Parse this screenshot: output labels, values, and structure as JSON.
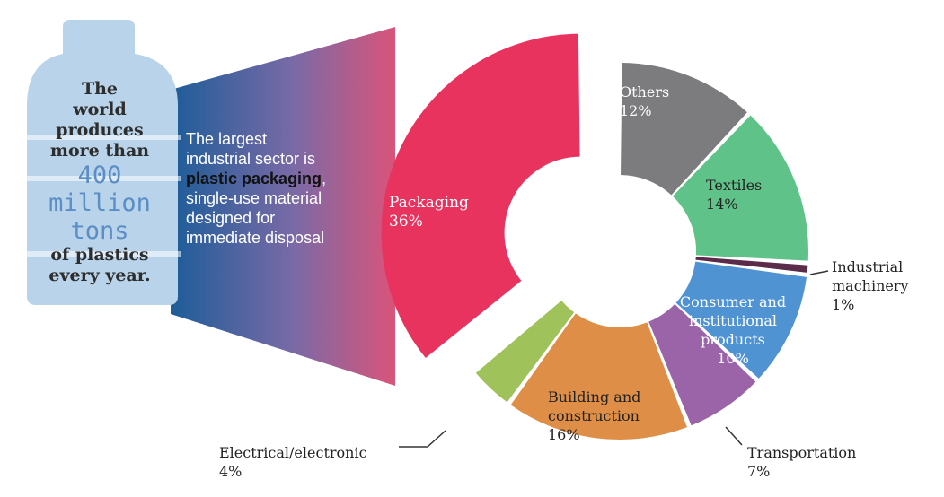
{
  "bottle": {
    "line1": "The",
    "line2": "world",
    "line3": "produces",
    "line4": "more than",
    "big1": "400",
    "big2": "million",
    "big3": "tons",
    "line5": "of plastics",
    "line6": "every year.",
    "bottle_color": "#b8d3ea",
    "big_color": "#5b8ec5"
  },
  "callout": {
    "line1": "The largest",
    "line2": "industrial sector is",
    "bold": "plastic packaging",
    "comma": ",",
    "line3": "single-use material",
    "line4": "designed for",
    "line5": "immediate disposal"
  },
  "chart_data": {
    "type": "pie",
    "style": "donut with exploded Packaging slice",
    "slices": [
      {
        "name": "Packaging",
        "pct_label": "36%",
        "value": 36,
        "color": "#e8335f"
      },
      {
        "name": "Others",
        "pct_label": "12%",
        "value": 12,
        "color": "#7c7c7e"
      },
      {
        "name": "Textiles",
        "pct_label": "14%",
        "value": 14,
        "color": "#5fc288"
      },
      {
        "name": "Industrial machinery",
        "label_lines": [
          "Industrial",
          "machinery"
        ],
        "pct_label": "1%",
        "value": 1,
        "color": "#5a2c4a"
      },
      {
        "name": "Consumer and institutional products",
        "label_lines": [
          "Consumer and",
          "institutional",
          "products"
        ],
        "pct_label": "10%",
        "value": 10,
        "color": "#4f93d3"
      },
      {
        "name": "Transportation",
        "pct_label": "7%",
        "value": 7,
        "color": "#9b64a8"
      },
      {
        "name": "Building and construction",
        "label_lines": [
          "Building and",
          "construction"
        ],
        "pct_label": "16%",
        "value": 16,
        "color": "#de8e46"
      },
      {
        "name": "Electrical/electronic",
        "pct_label": "4%",
        "value": 4,
        "color": "#9fc25b"
      }
    ]
  }
}
